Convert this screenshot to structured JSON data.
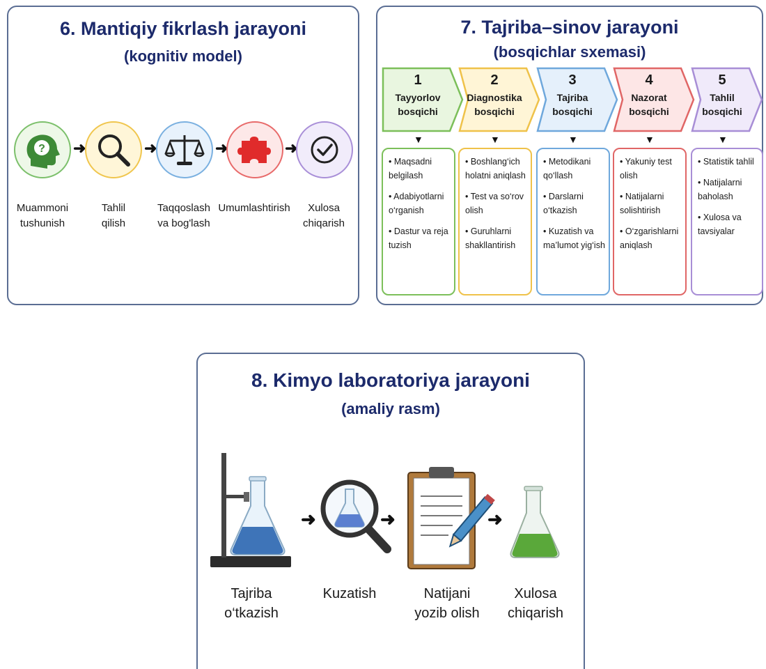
{
  "panel6": {
    "title": "6. Mantiqiy fikrlash jarayoni",
    "subtitle": "(kognitiv model)",
    "steps": [
      {
        "label": [
          "Muammoni",
          "tushunish"
        ],
        "icon": "head-question-icon",
        "color": "#7cc06b",
        "fill": "#eef8e8"
      },
      {
        "label": [
          "Tahlil",
          "qilish"
        ],
        "icon": "magnifier-icon",
        "color": "#f0c64e",
        "fill": "#fff6d8"
      },
      {
        "label": [
          "Taqqoslash",
          "va bog'lash"
        ],
        "icon": "scales-icon",
        "color": "#7ab0e0",
        "fill": "#e8f2fc"
      },
      {
        "label": [
          "Umumlashtirish",
          ""
        ],
        "icon": "puzzle-icon",
        "color": "#e86a6a",
        "fill": "#fde8e8"
      },
      {
        "label": [
          "Xulosa",
          "chiqarish"
        ],
        "icon": "check-icon",
        "color": "#a98fd8",
        "fill": "#f1ecfb"
      }
    ]
  },
  "panel7": {
    "title": "7. Tajriba–sinov jarayoni",
    "subtitle": "(bosqichlar sxemasi)",
    "stages": [
      {
        "num": "1",
        "name": [
          "Tayyorlov",
          "bosqichi"
        ],
        "color": "#7cbf5a",
        "fill": "#e9f6e0",
        "items": [
          [
            "• Maqsadni",
            "belgilash"
          ],
          [
            "• Adabiyotlarni",
            "o‘rganish"
          ],
          [
            "• Dastur va reja",
            "tuzish"
          ]
        ]
      },
      {
        "num": "2",
        "name": [
          "Diagnostika",
          "bosqichi"
        ],
        "color": "#efc24a",
        "fill": "#fff5d6",
        "items": [
          [
            "• Boshlang‘ich",
            "holatni aniqlash"
          ],
          [
            "• Test va so‘rov",
            "olish"
          ],
          [
            "• Guruhlarni",
            "shakllantirish"
          ]
        ]
      },
      {
        "num": "3",
        "name": [
          "Tajriba",
          "bosqichi"
        ],
        "color": "#6fa8dc",
        "fill": "#e5f0fb",
        "items": [
          [
            "• Metodikani",
            "qo‘llash"
          ],
          [
            "• Darslarni",
            "o‘tkazish"
          ],
          [
            "• Kuzatish va",
            "ma’lumot yig‘ish"
          ]
        ]
      },
      {
        "num": "4",
        "name": [
          "Nazorat",
          "bosqichi"
        ],
        "color": "#e06666",
        "fill": "#fde6e6",
        "items": [
          [
            "• Yakuniy test",
            "olish"
          ],
          [
            "• Natijalarni",
            "solishtirish"
          ],
          [
            "• O‘zgarishlarni",
            "aniqlash"
          ]
        ]
      },
      {
        "num": "5",
        "name": [
          "Tahlil",
          "bosqichi"
        ],
        "color": "#a88ed6",
        "fill": "#f0eafa",
        "items": [
          [
            "• Statistik tahlil",
            ""
          ],
          [
            "• Natijalarni",
            "baholash"
          ],
          [
            "• Xulosa va",
            "tavsiyalar"
          ]
        ]
      }
    ]
  },
  "panel8": {
    "title": "8. Kimyo laboratoriya jarayoni",
    "subtitle": "(amaliy rasm)",
    "steps": [
      {
        "label": [
          "Tajriba",
          "o‘tkazish"
        ],
        "icon": "flask-stand-icon"
      },
      {
        "label": [
          "Kuzatish",
          ""
        ],
        "icon": "magnifier-flask-icon"
      },
      {
        "label": [
          "Natijani",
          "yozib olish"
        ],
        "icon": "clipboard-pen-icon"
      },
      {
        "label": [
          "Xulosa",
          "chiqarish"
        ],
        "icon": "green-flask-icon"
      }
    ]
  }
}
